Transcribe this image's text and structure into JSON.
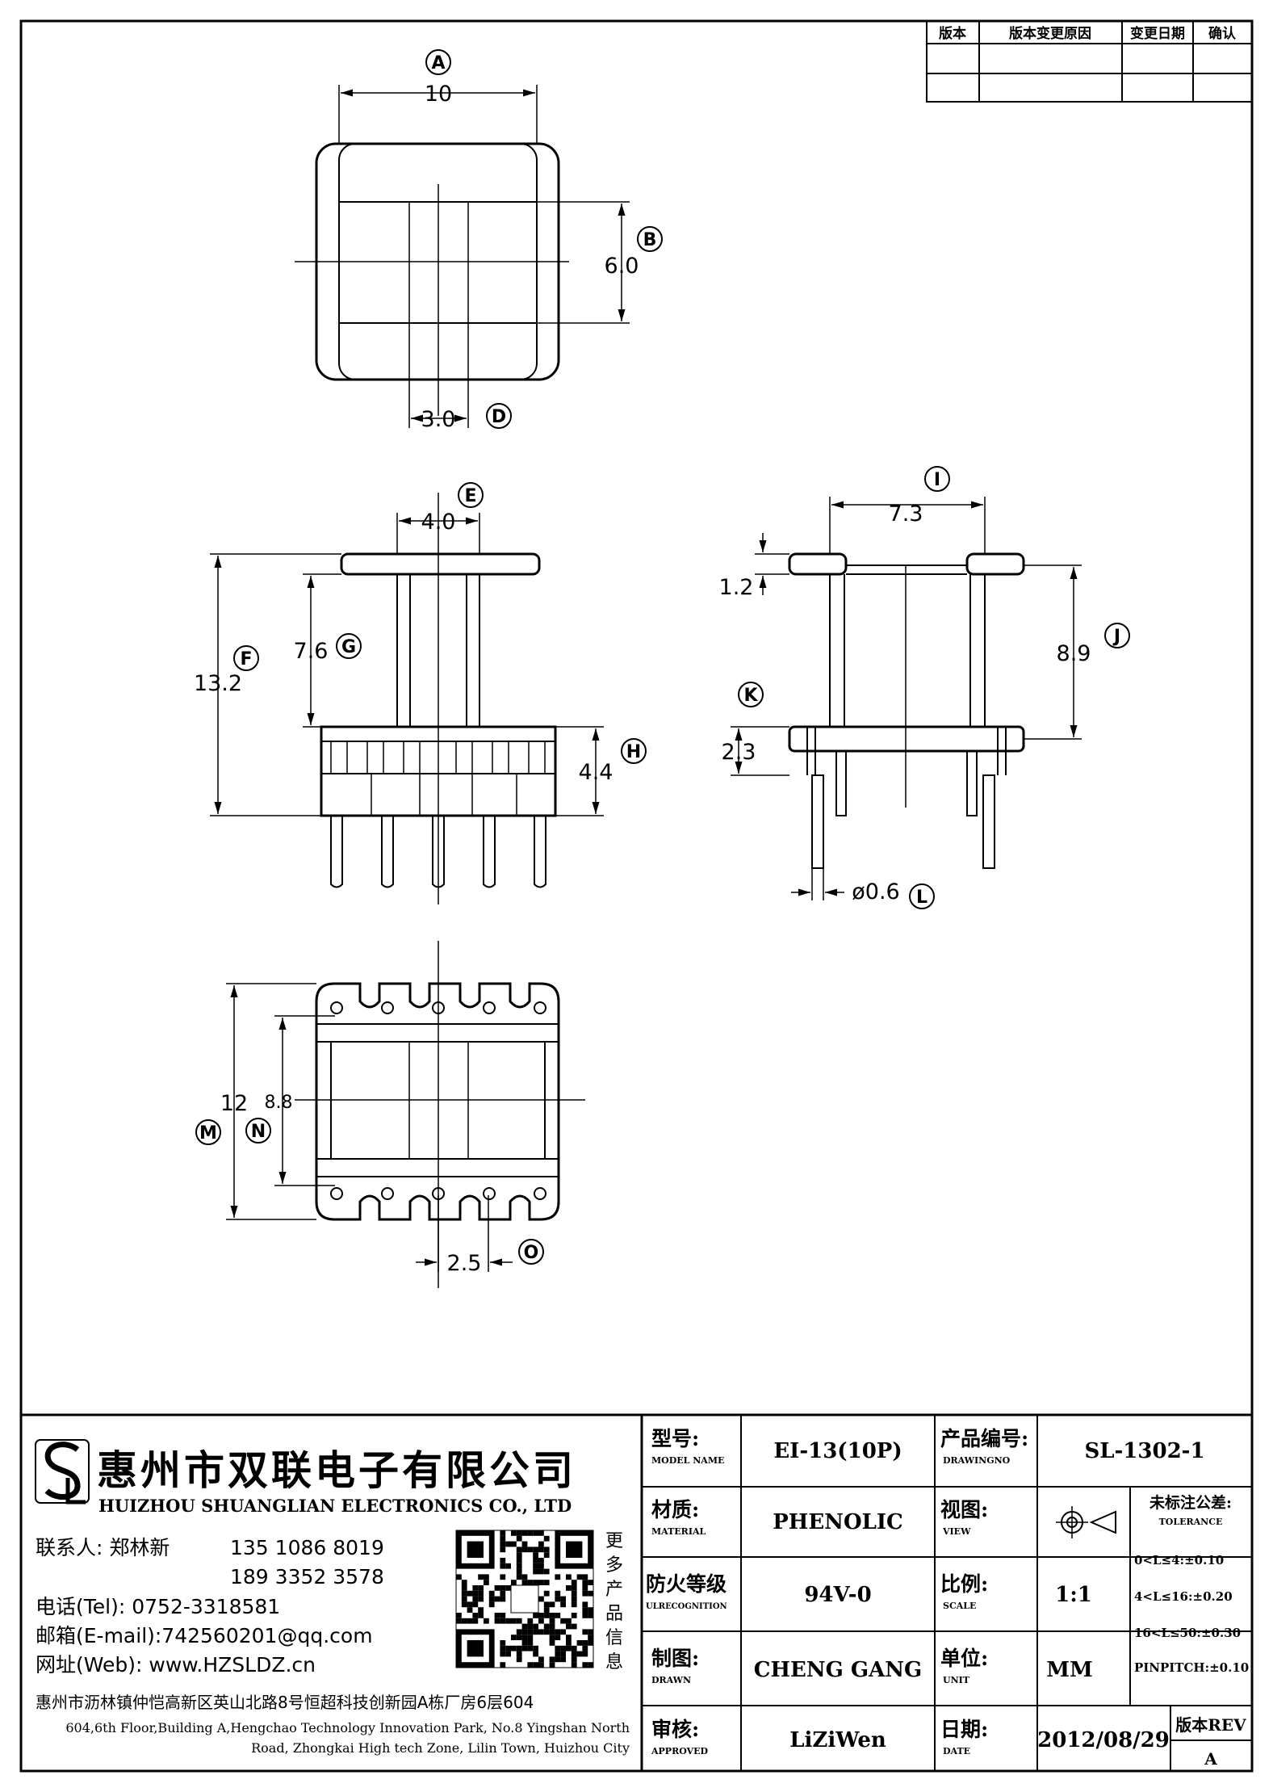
{
  "revision_table": {
    "headers": [
      "版本",
      "版本变更原因",
      "变更日期",
      "确认"
    ]
  },
  "dimensions": {
    "A": "10",
    "B": "6.0",
    "D": "3.0",
    "E": "4.0",
    "F": "13.2",
    "G": "7.6",
    "H": "4.4",
    "I": "7.3",
    "J": "8.9",
    "K": "2.3",
    "pin_head": "1.2",
    "L": "ø0.6",
    "M": "12",
    "N": "8.8",
    "O": "2.5"
  },
  "bubbles": [
    "A",
    "B",
    "D",
    "E",
    "F",
    "G",
    "H",
    "I",
    "J",
    "K",
    "L",
    "M",
    "N",
    "O"
  ],
  "company": {
    "name_cn": "惠州市双联电子有限公司",
    "name_en": "HUIZHOU SHUANGLIAN ELECTRONICS CO., LTD",
    "contact_label": "联系人: 郑林新",
    "phone_1": "135 1086 8019",
    "phone_2": "189 3352 3578",
    "tel": "电话(Tel): 0752-3318581",
    "email": "邮箱(E-mail):742560201@qq.com",
    "web": "网址(Web): www.HZSLDZ.cn",
    "more_info": [
      "更",
      "多",
      "产",
      "品",
      "信",
      "息"
    ],
    "address_cn": "惠州市沥林镇仲恺高新区英山北路8号恒超科技创新园A栋厂房6层604",
    "address_en_1": "604,6th Floor,Building A,Hengchao Technology Innovation Park, No.8 Yingshan North",
    "address_en_2": "Road, Zhongkai High tech Zone, Lilin Town, Huizhou City",
    "logo_letters": "SL"
  },
  "title_block": {
    "model_label_cn": "型号:",
    "model_label_en": "MODEL NAME",
    "model": "EI-13(10P)",
    "drawing_label_cn": "产品编号:",
    "drawing_label_en": "DRAWINGNO",
    "drawing_no": "SL-1302-1",
    "material_label_cn": "材质:",
    "material_label_en": "MATERIAL",
    "material": "PHENOLIC",
    "view_label_cn": "视图:",
    "view_label_en": "VIEW",
    "tolerance_label_cn": "未标注公差:",
    "tolerance_label_en": "TOLERANCE",
    "tolerances": [
      "0<L≤4:±0.10",
      "4<L≤16:±0.20",
      "16<L≤50:±0.30",
      "PINPITCH:±0.10"
    ],
    "fire_label_cn": "防火等级",
    "fire_label_en": "ULRECOGNITION",
    "fire_rating": "94V-0",
    "scale_label_cn": "比例:",
    "scale_label_en": "SCALE",
    "scale": "1:1",
    "drawn_label_cn": "制图:",
    "drawn_label_en": "DRAWN",
    "drawn_by": "CHENG GANG",
    "unit_label_cn": "单位:",
    "unit_label_en": "UNIT",
    "unit": "MM",
    "approved_label_cn": "审核:",
    "approved_label_en": "APPROVED",
    "approved_by": "LiZiWen",
    "date_label_cn": "日期:",
    "date_label_en": "DATE",
    "date": "2012/08/29",
    "rev_label": "版本REV",
    "rev": "A"
  }
}
